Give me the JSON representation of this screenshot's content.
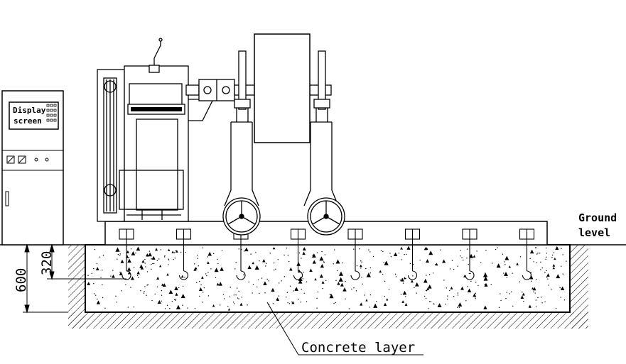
{
  "labels": {
    "display_line1": "Display",
    "display_line2": "screen",
    "ground_line1": "Ground",
    "ground_line2": "level",
    "concrete": "Concrete layer",
    "dim_total": "600",
    "dim_anchor": "320"
  },
  "anchor_bolt_count": 8
}
